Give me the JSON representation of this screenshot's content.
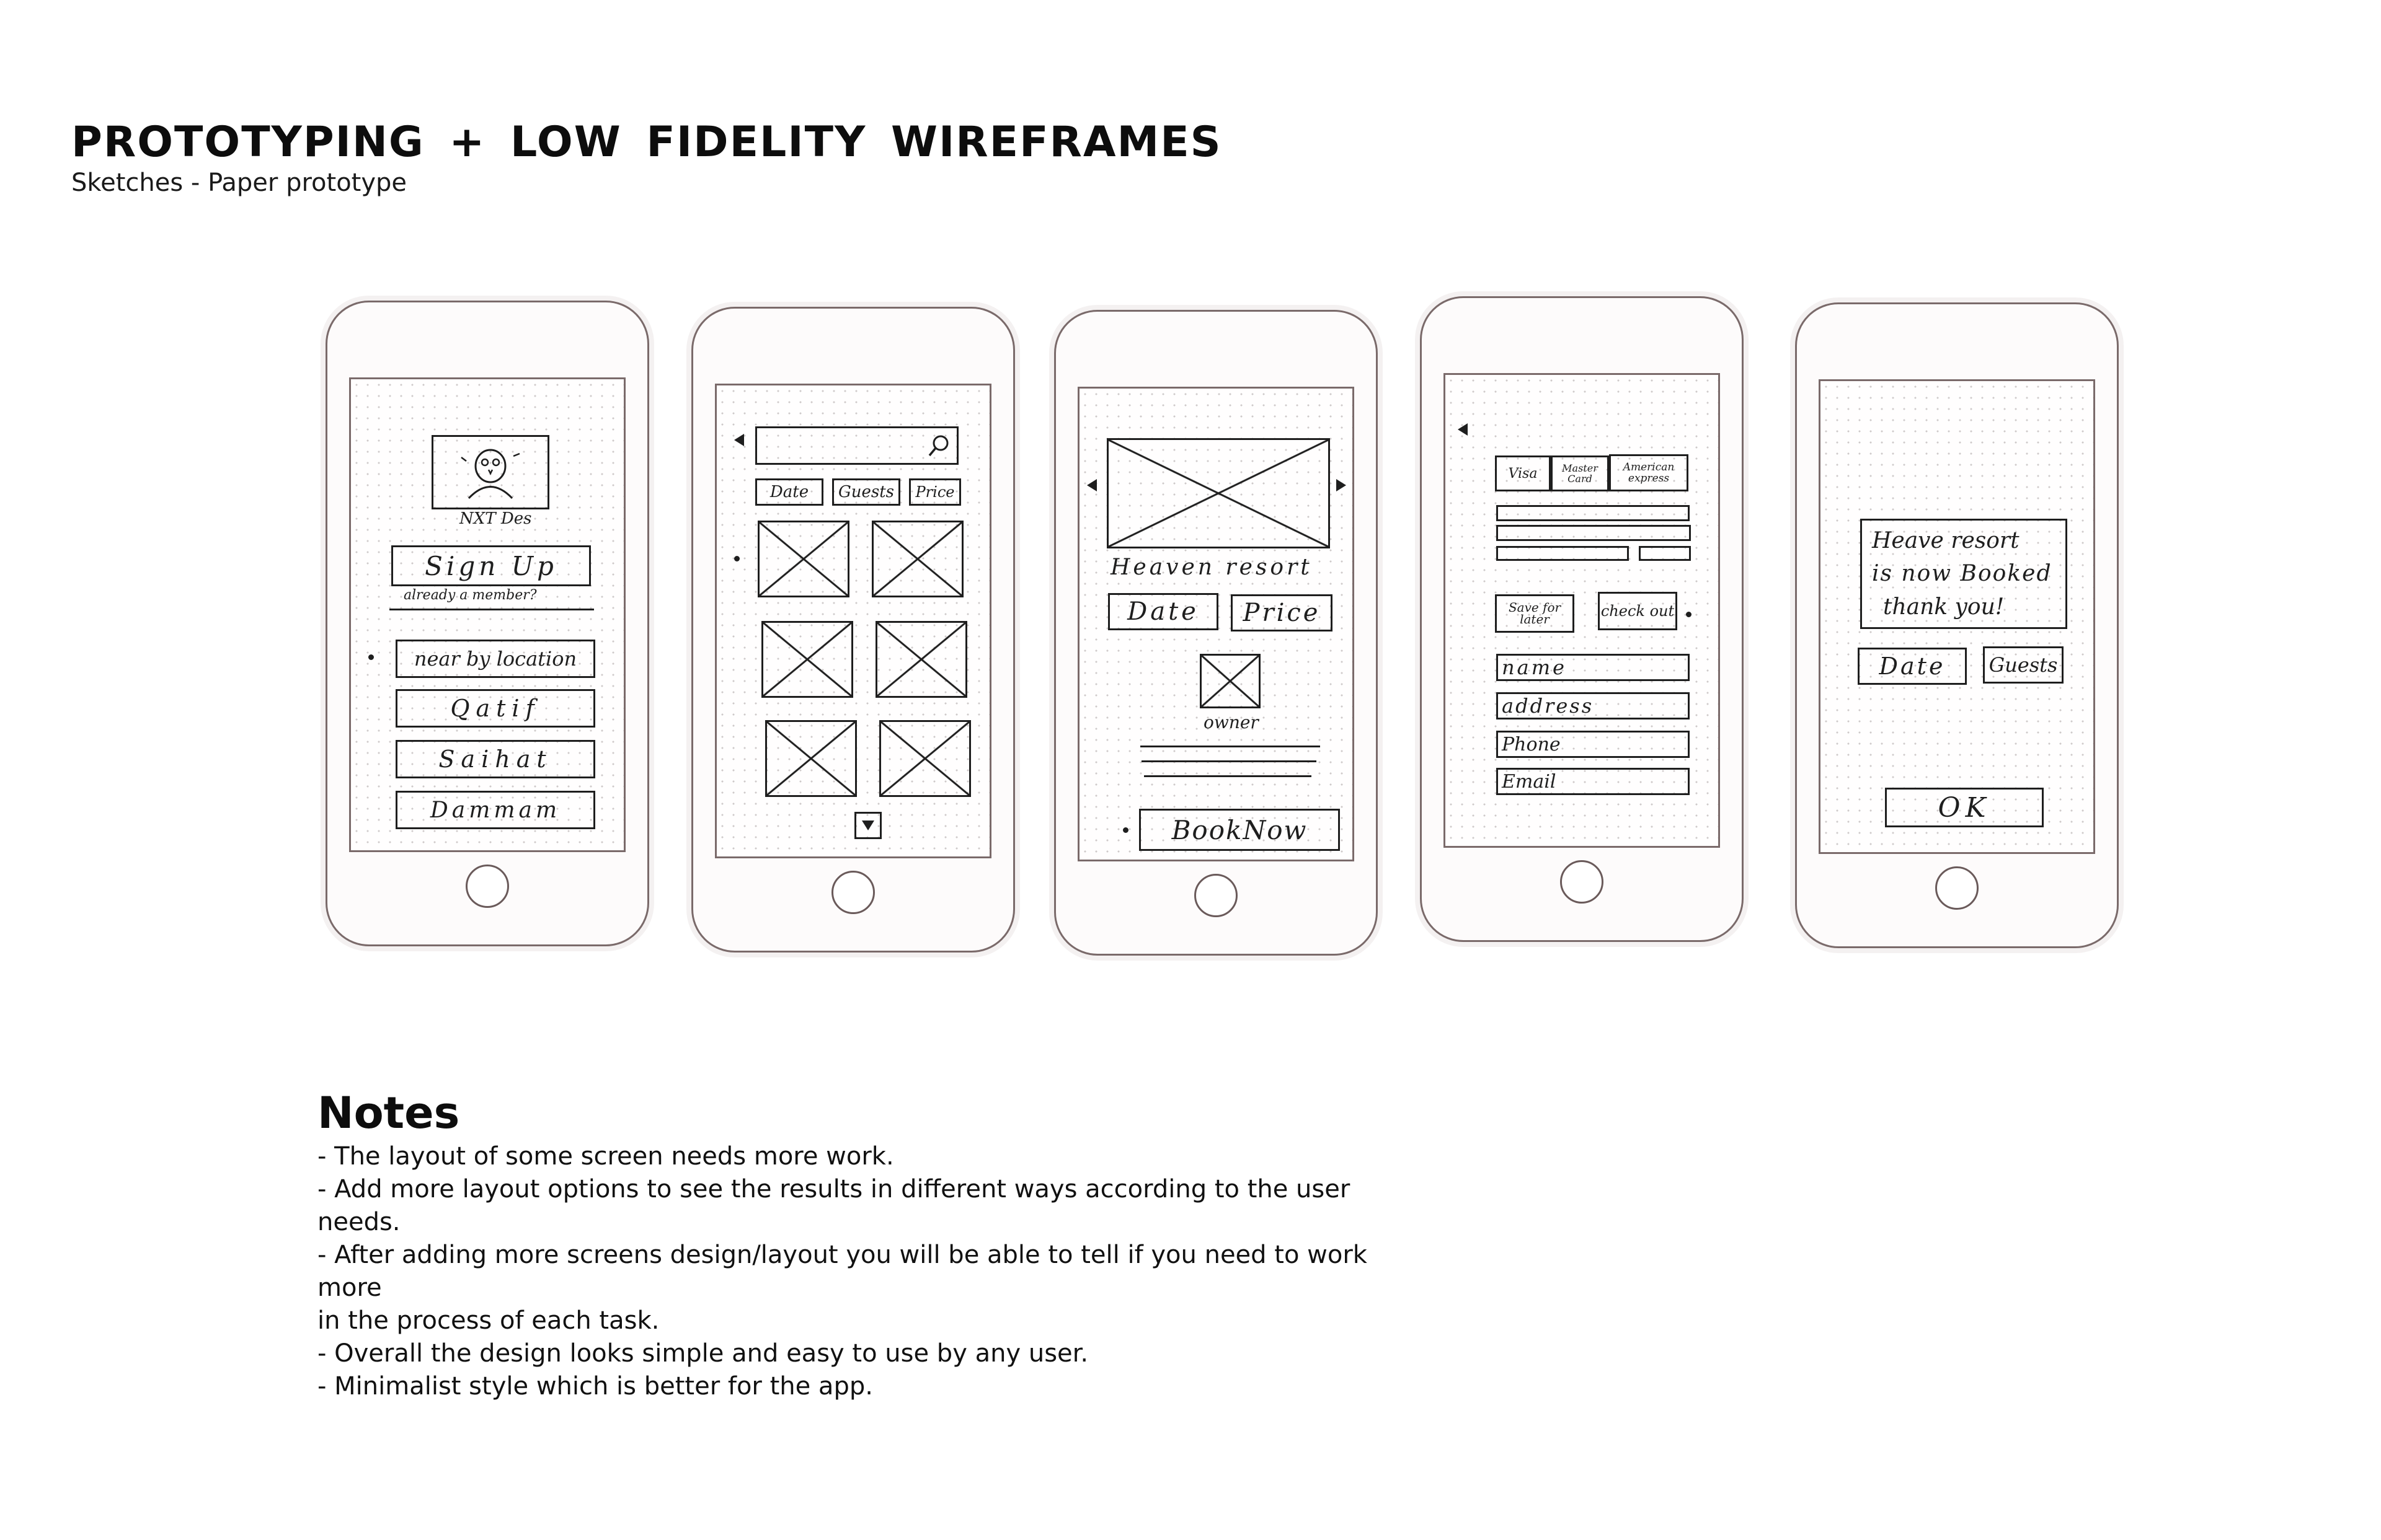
{
  "header": {
    "title": "PROTOTYPING + LOW FIDELITY WIREFRAMES",
    "subtitle": "Sketches - Paper prototype"
  },
  "sketches": {
    "screen1": {
      "logo_caption": "NXT Des",
      "signup_label": "Sign Up",
      "member_text": "already a member?",
      "locations": [
        "near by location",
        "Qatif",
        "Saihat",
        "Dammam"
      ]
    },
    "screen2": {
      "filters": [
        "Date",
        "Guests",
        "Price"
      ]
    },
    "screen3": {
      "title": "Heaven resort",
      "date_label": "Date",
      "price_label": "Price",
      "owner_label": "owner",
      "book_label": "BookNow"
    },
    "screen4": {
      "payment_methods": [
        "Visa",
        "Master Card",
        "American express"
      ],
      "save_label": "Save for later",
      "checkout_label": "check out",
      "fields": [
        "name",
        "address",
        "Phone",
        "Email"
      ]
    },
    "screen5": {
      "message": [
        "Heave resort",
        "is now Booked",
        "thank you!"
      ],
      "date_label": "Date",
      "guests_label": "Guests",
      "ok_label": "OK"
    }
  },
  "notes": {
    "heading": "Notes",
    "items": [
      "- The layout of some screen needs more work.",
      "- Add more layout options to see the results in different ways according to the user needs.",
      "- After adding more screens design/layout you will be able to tell if you need to work more",
      "in the process of each task.",
      "- Overall the design looks simple and easy to use by any user.",
      "- Minimalist style which is better for the app."
    ]
  }
}
